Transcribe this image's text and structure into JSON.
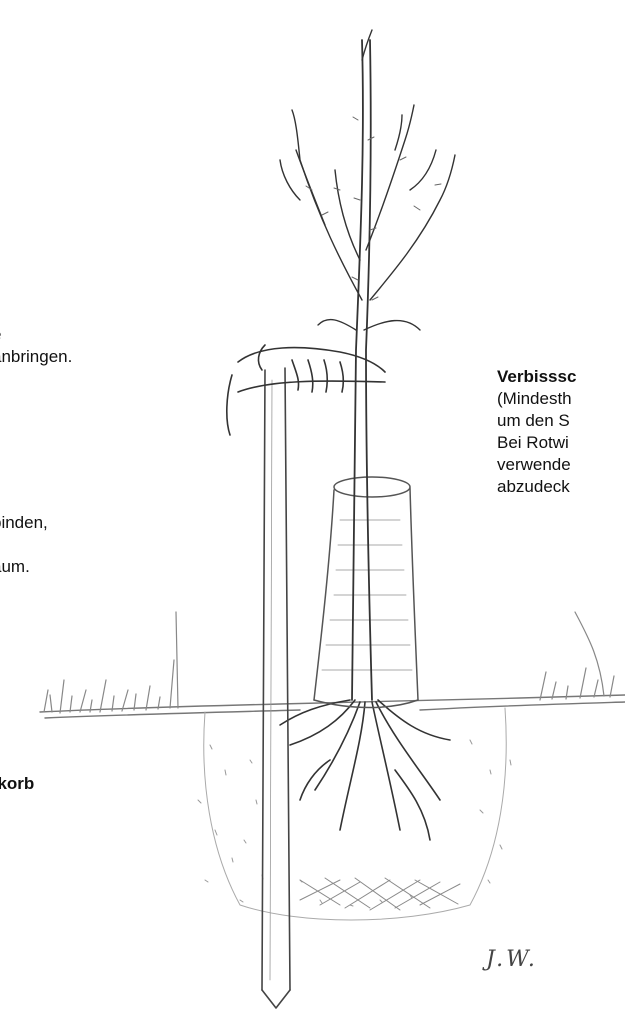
{
  "left_annotations": {
    "top_lines": [
      "e",
      "anbringen."
    ],
    "middle_lines": [
      "binden,",
      "",
      "aum."
    ],
    "bottom_heading": "skorb"
  },
  "right_annotation": {
    "heading": "Verbisssc",
    "lines": [
      "(Mindesth",
      "um den S",
      "Bei Rotwi",
      "verwende",
      "abzudeck"
    ]
  },
  "signature": "J.W.",
  "colors": {
    "ink": "#222222",
    "pencil": "#555555",
    "light_pencil": "#8a8a8a",
    "paper": "#ffffff"
  },
  "icons": {
    "tree": "young-tree-sketch",
    "stake": "support-stake",
    "guard": "bite-protection-sleeve",
    "basket": "root-wire-basket"
  }
}
